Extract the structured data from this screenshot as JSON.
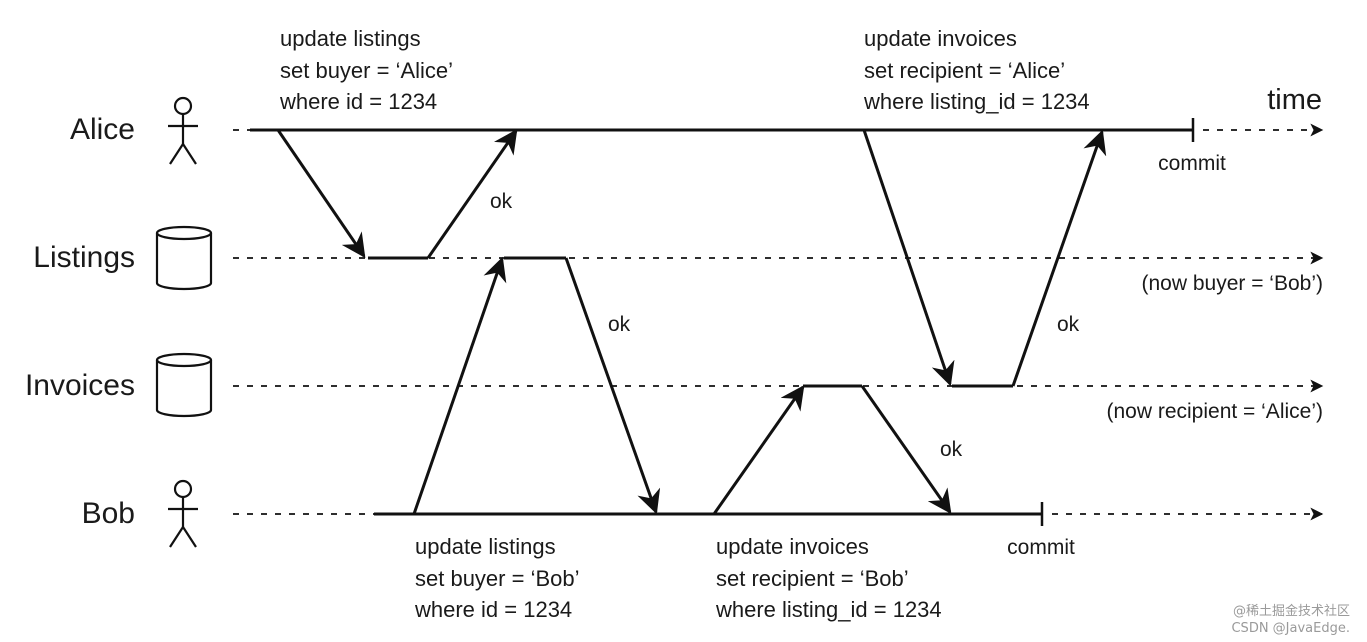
{
  "actors": {
    "alice": "Alice",
    "listings": "Listings",
    "invoices": "Invoices",
    "bob": "Bob"
  },
  "time_label": "time",
  "alice_update_listings": [
    "update listings",
    "set buyer = ‘Alice’",
    "where id = 1234"
  ],
  "alice_update_invoices": [
    "update invoices",
    "set recipient = ‘Alice’",
    "where listing_id = 1234"
  ],
  "bob_update_listings": [
    "update listings",
    "set buyer = ‘Bob’",
    "where id = 1234"
  ],
  "bob_update_invoices": [
    "update invoices",
    "set recipient = ‘Bob’",
    "where listing_id = 1234"
  ],
  "ok_label": "ok",
  "commit_label": "commit",
  "listings_state": "(now buyer = ‘Bob’)",
  "invoices_state": "(now recipient = ‘Alice’)",
  "watermark": {
    "line1": "@稀土掘金技术社区",
    "line2": "CSDN @JavaEdge."
  }
}
